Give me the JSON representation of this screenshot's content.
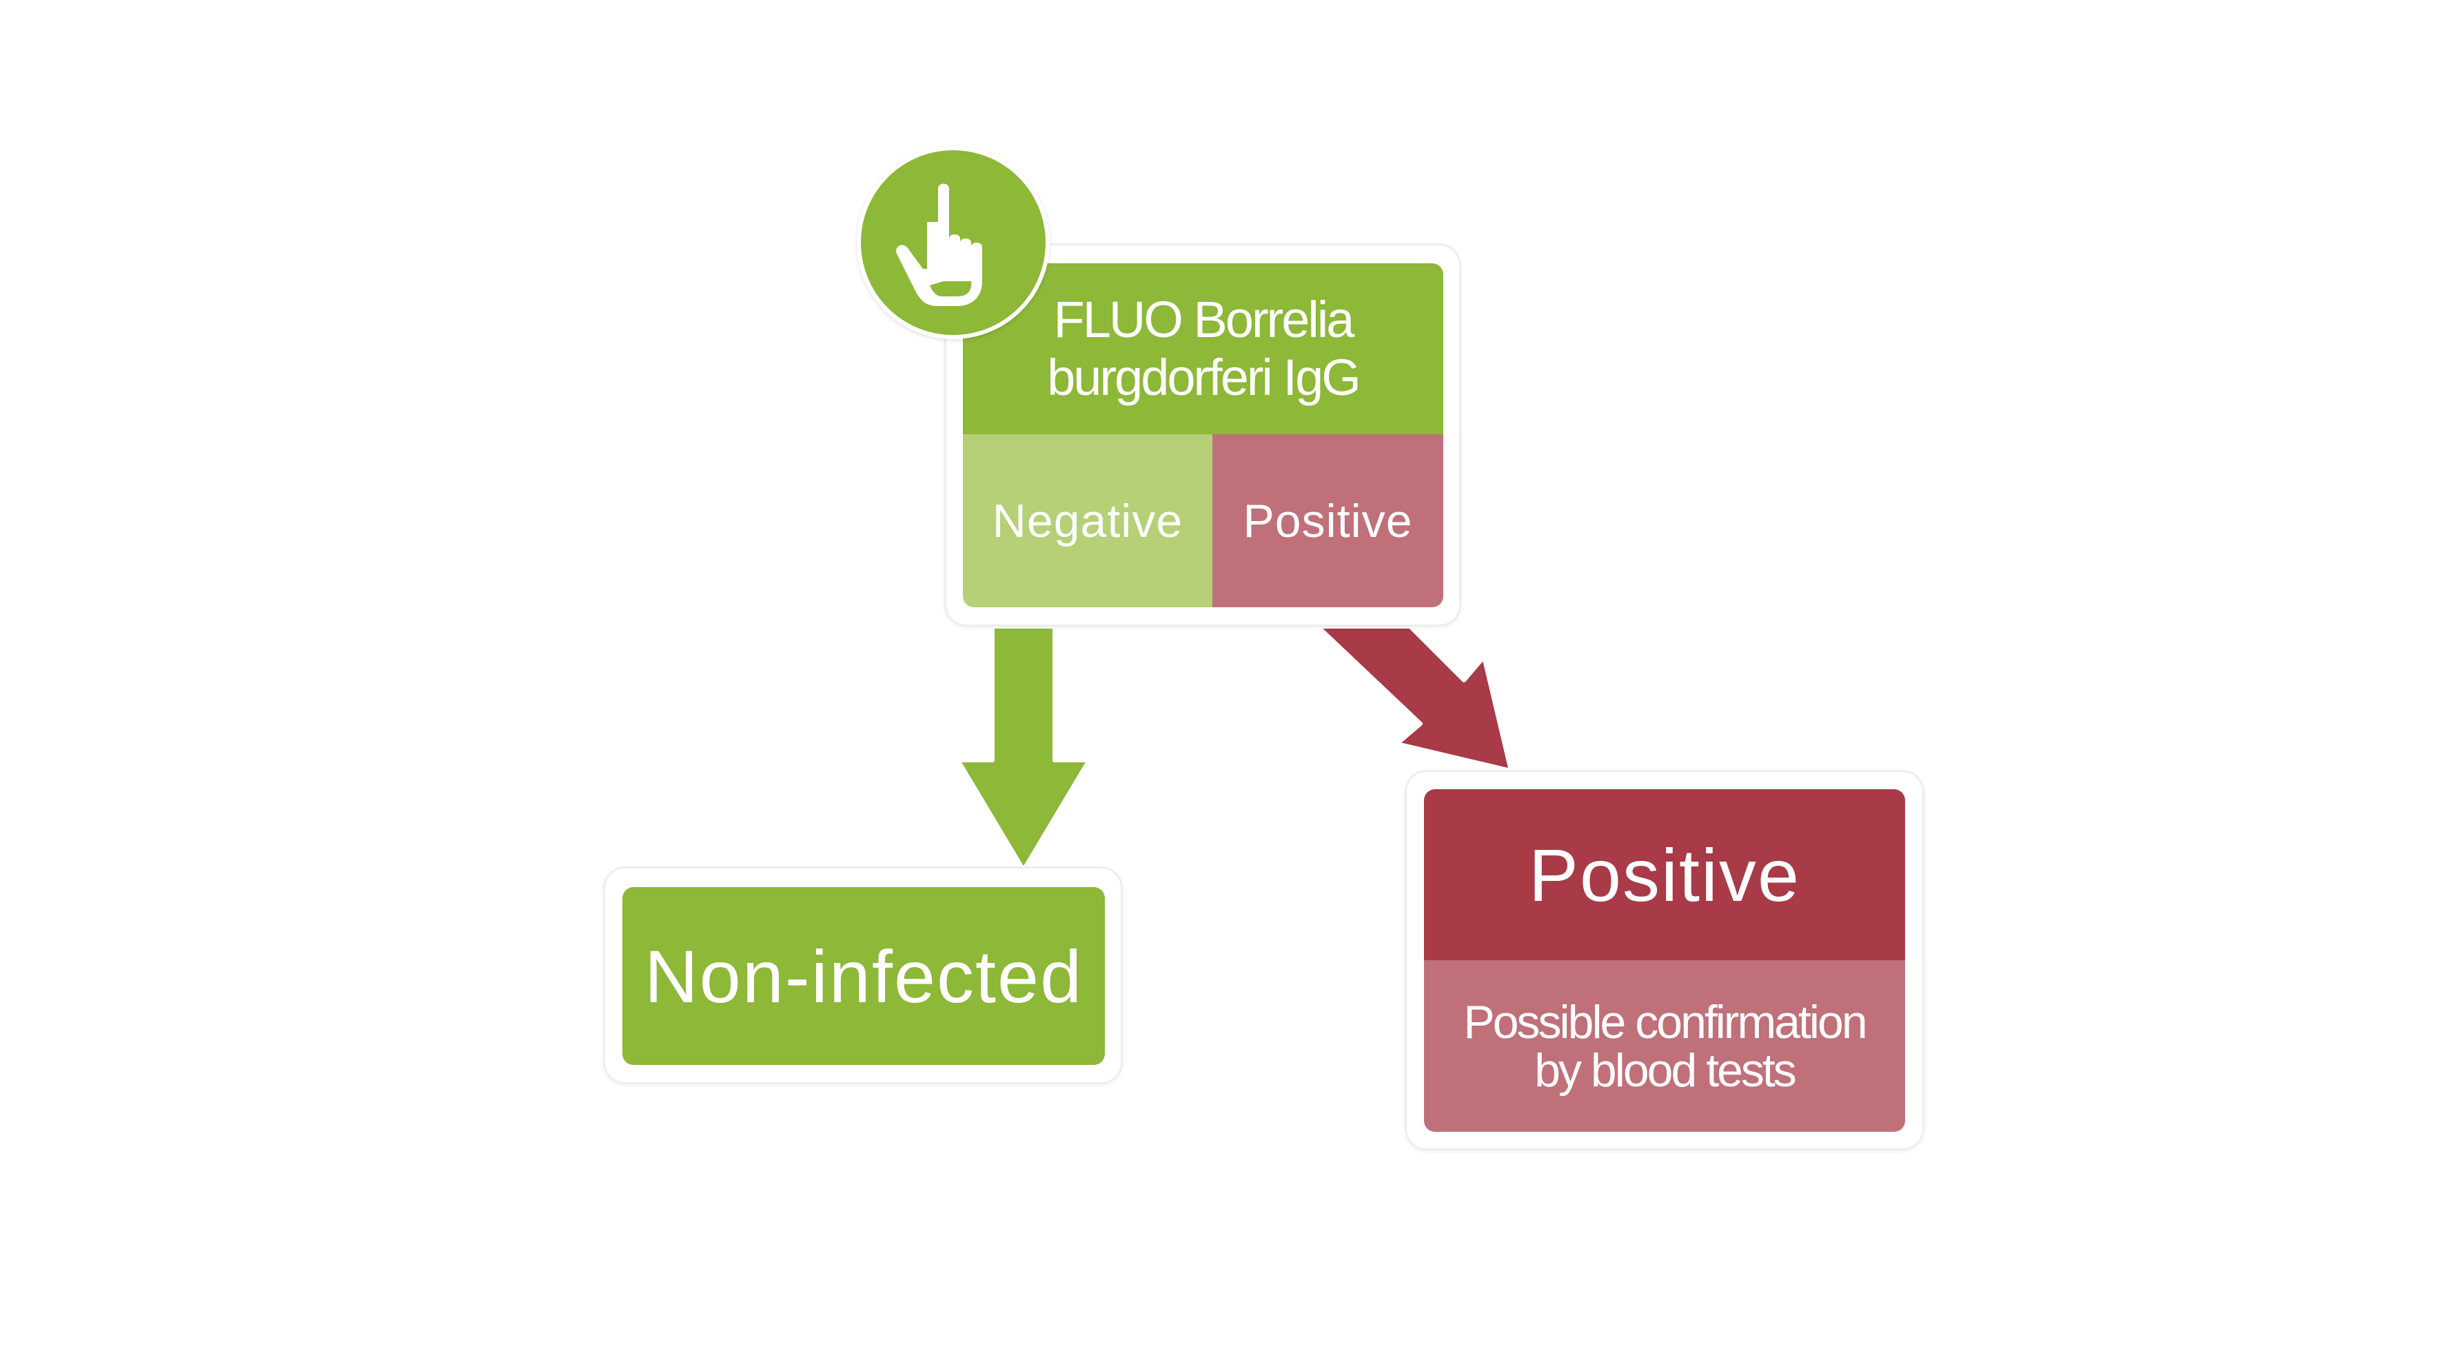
{
  "colors": {
    "green": "#8db838",
    "light_green": "#b5d076",
    "red": "#a93a47",
    "light_red": "#c07079"
  },
  "test": {
    "title": "FLUO Borrelia burgdorferi IgG",
    "negative": "Negative",
    "positive": "Positive",
    "icon": "hand-pointer-icon"
  },
  "result_negative": {
    "label": "Non-infected"
  },
  "result_positive": {
    "title": "Positive",
    "subtitle": "Possible confirmation by blood tests"
  }
}
